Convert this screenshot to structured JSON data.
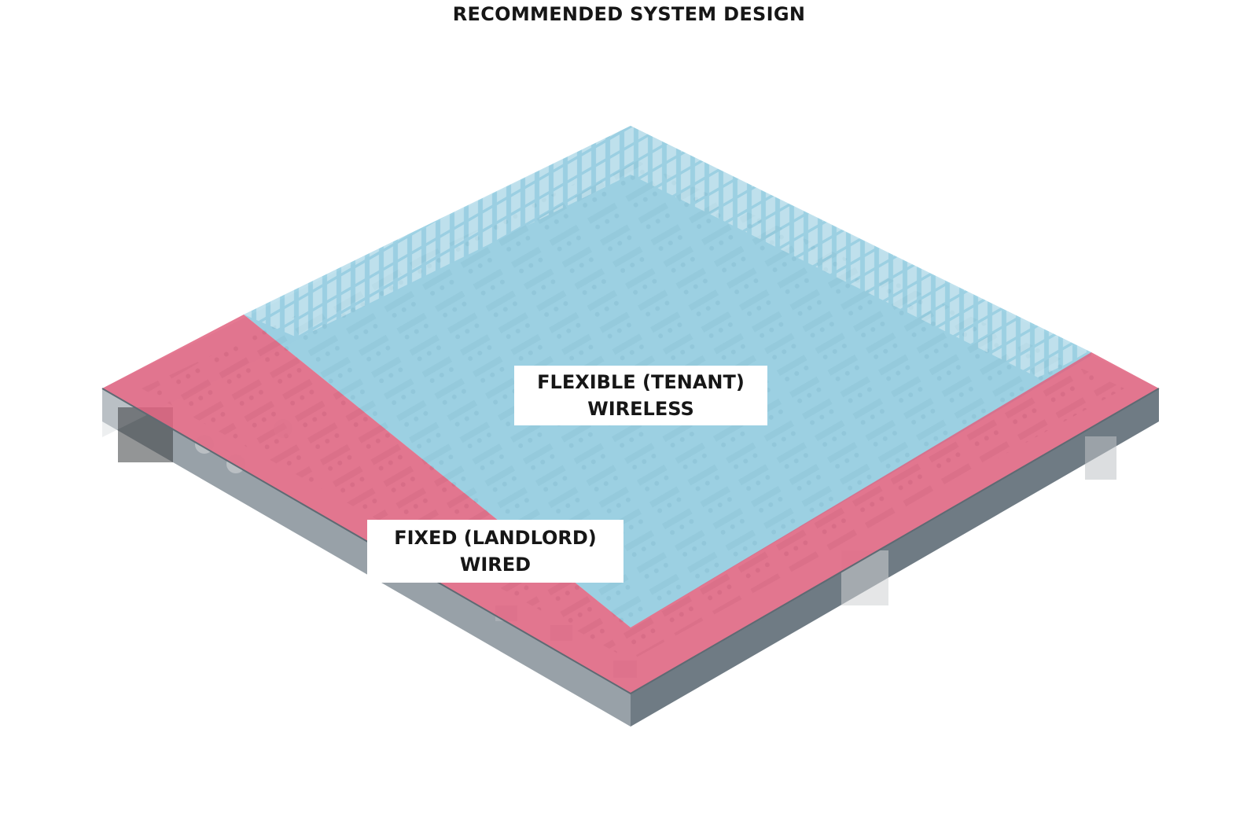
{
  "title": "RECOMMENDED SYSTEM DESIGN",
  "zones": {
    "flexible": {
      "line1": "FLEXIBLE (TENANT)",
      "line2": "WIRELESS",
      "color": "#8ecbe0"
    },
    "fixed": {
      "line1": "FIXED (LANDLORD)",
      "line2": "WIRED",
      "color": "#e0617f"
    }
  },
  "floor_colors": {
    "top": "#e9ebec",
    "side_left": "#98a1a8",
    "side_right": "#6f7b84"
  }
}
